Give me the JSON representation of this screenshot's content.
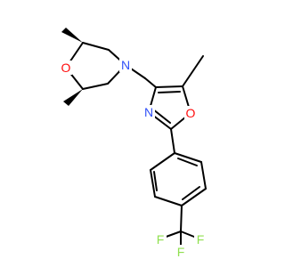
{
  "molecule": {
    "atoms": {
      "morpholine_o": {
        "label": "O",
        "color": "#ff0d0d"
      },
      "morpholine_n": {
        "label": "N",
        "color": "#3050f8"
      },
      "oxazole_n": {
        "label": "N",
        "color": "#3050f8"
      },
      "oxazole_o": {
        "label": "O",
        "color": "#ff0d0d"
      },
      "f_left": {
        "label": "F",
        "color": "#90e050"
      },
      "f_middle": {
        "label": "F",
        "color": "#90e050"
      },
      "f_right": {
        "label": "F",
        "color": "#90e050"
      }
    },
    "bond_color": "#000000"
  }
}
